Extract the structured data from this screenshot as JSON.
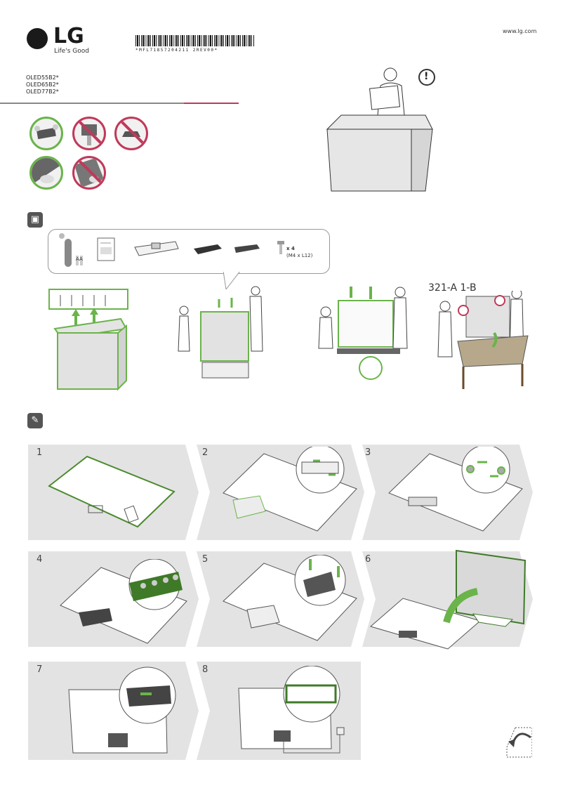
{
  "brand": {
    "name": "LG",
    "tagline": "Life's Good"
  },
  "barcode_text": "*MFL71857204211 2REV00*",
  "url": "www.lg.com",
  "models": [
    "OLED55B2*",
    "OLED65B2*",
    "OLED77B2*"
  ],
  "accessories": {
    "screw_qty": "x 4",
    "screw_spec": "(M4 x L12)",
    "battery_label": "AA"
  },
  "assembly_label": "321-A 1-B",
  "steps": [
    "1",
    "2",
    "3",
    "4",
    "5",
    "6",
    "7",
    "8"
  ],
  "colors": {
    "ok_green": "#6ab44a",
    "warn_red": "#c0395a",
    "panel_gray": "#e3e3e3"
  },
  "icons": {
    "open_box": "open-box-icon",
    "tools": "screwdriver-icon",
    "warning": "exclamation-icon",
    "page_turn": "page-turn-icon"
  }
}
